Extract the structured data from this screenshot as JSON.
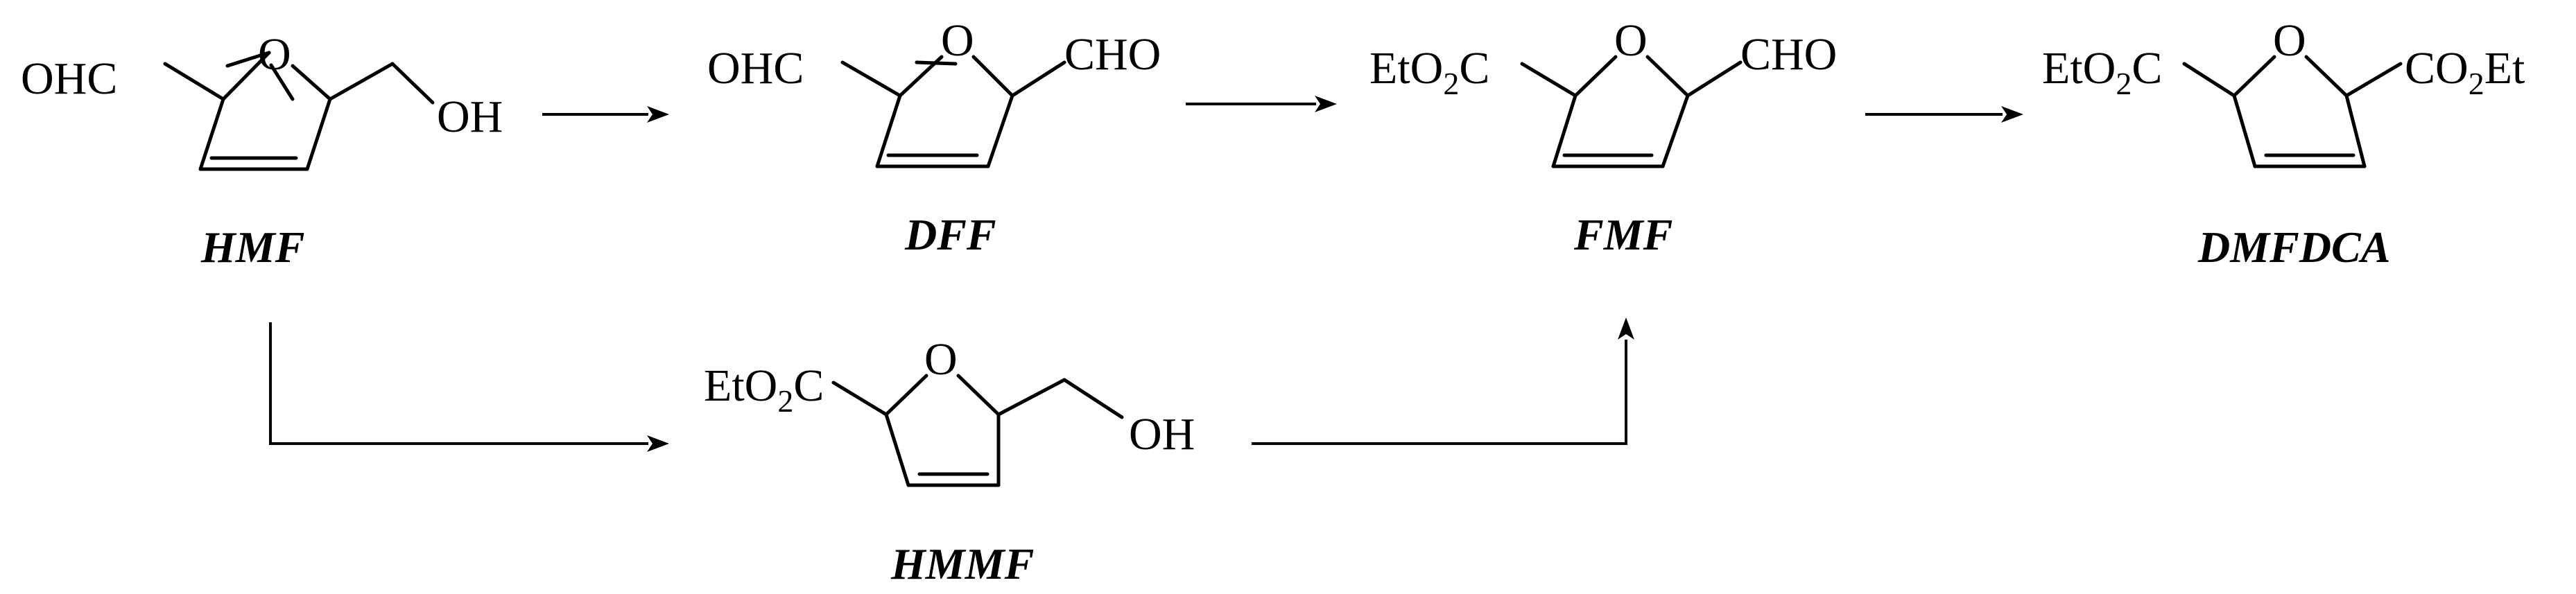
{
  "compounds": {
    "hmf": {
      "name": "HMF",
      "left": "OHC",
      "right": "OH"
    },
    "dff": {
      "name": "DFF",
      "left": "OHC",
      "right": "CHO"
    },
    "fmf": {
      "name": "FMF",
      "left_a": "EtO",
      "left_sub": "2",
      "left_b": "C",
      "right": "CHO"
    },
    "dmfdca": {
      "name": "DMFDCA",
      "left_a": "EtO",
      "left_sub": "2",
      "left_b": "C",
      "right_a": "CO",
      "right_sub": "2",
      "right_b": "Et"
    },
    "hmmf": {
      "name": "HMMF",
      "left_a": "EtO",
      "left_sub": "2",
      "left_b": "C",
      "right": "OH"
    }
  },
  "ring_atom": "O"
}
